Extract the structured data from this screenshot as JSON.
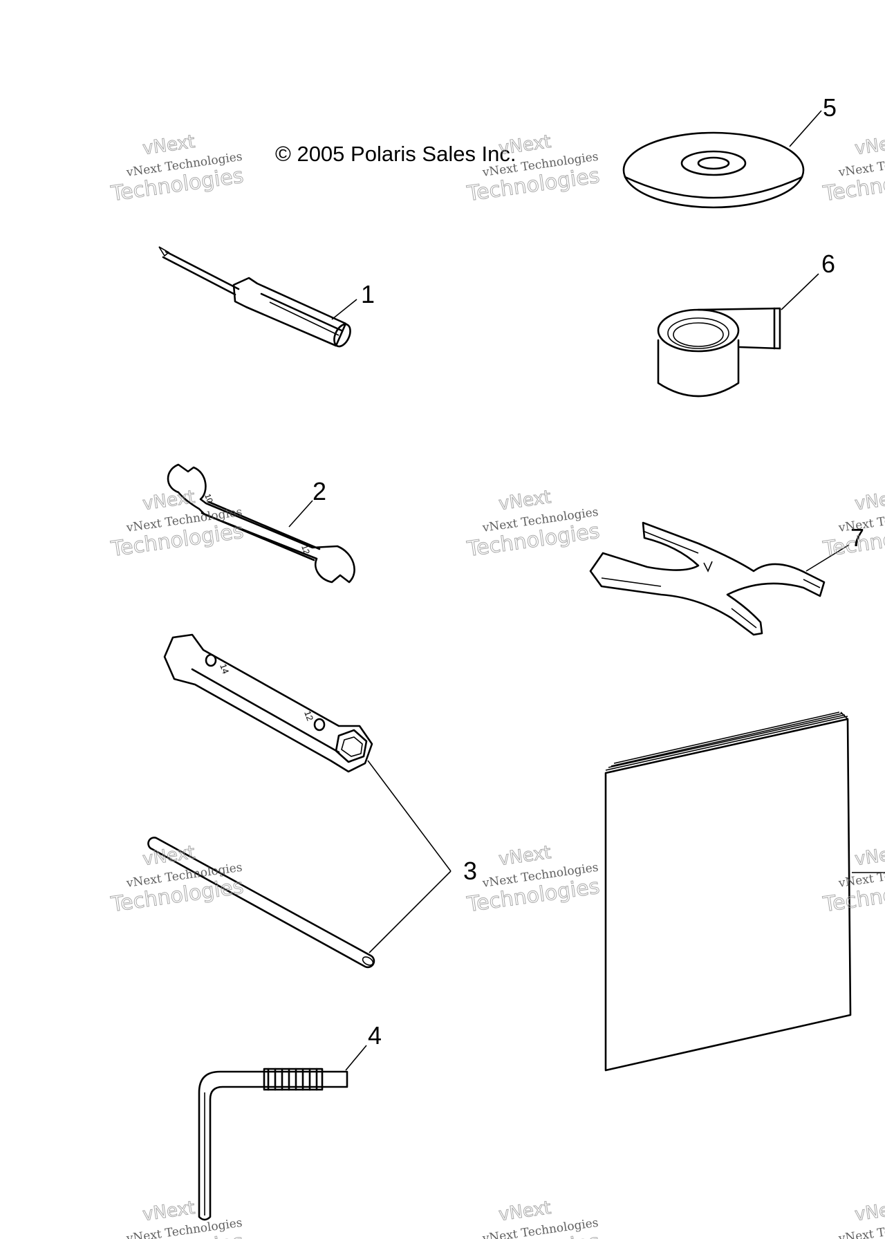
{
  "copyright": "© 2005 Polaris Sales Inc.",
  "watermark": {
    "line1": "vNext",
    "line2": "vNext Technologies",
    "line3": "Technologies"
  },
  "callouts": {
    "screwdriver": "1",
    "open_end_wrench": "2",
    "tube_wrench_and_bar": "3",
    "hex_key": "4",
    "disc": "5",
    "strap": "6",
    "spanner": "7"
  },
  "tool_markings": {
    "wrench_small_end": "10",
    "wrench_large_end": "12",
    "tube_wrench_end_14": "14",
    "tube_wrench_end_12": "12"
  }
}
